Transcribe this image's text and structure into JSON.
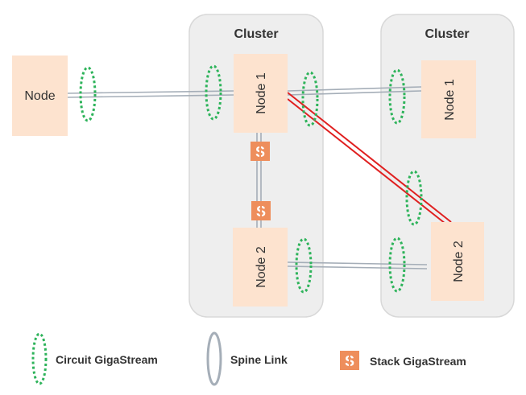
{
  "clusters": [
    {
      "title": "Cluster"
    },
    {
      "title": "Cluster"
    }
  ],
  "nodes": {
    "standalone": "Node",
    "c1_node1": "Node 1",
    "c1_node2": "Node 2",
    "c2_node1": "Node 1",
    "c2_node2": "Node 2"
  },
  "legend": {
    "circuit": "Circuit GigaStream",
    "spine": "Spine Link",
    "stack": "Stack GigaStream"
  },
  "colors": {
    "cluster_fill": "#EEEEEE",
    "cluster_border": "#D8D8D8",
    "node_fill": "#FDE3CF",
    "circuit": "#2DB35A",
    "spine": "#A5AEB8",
    "stack_fill": "#EE8E5C",
    "red_link": "#E02020"
  }
}
